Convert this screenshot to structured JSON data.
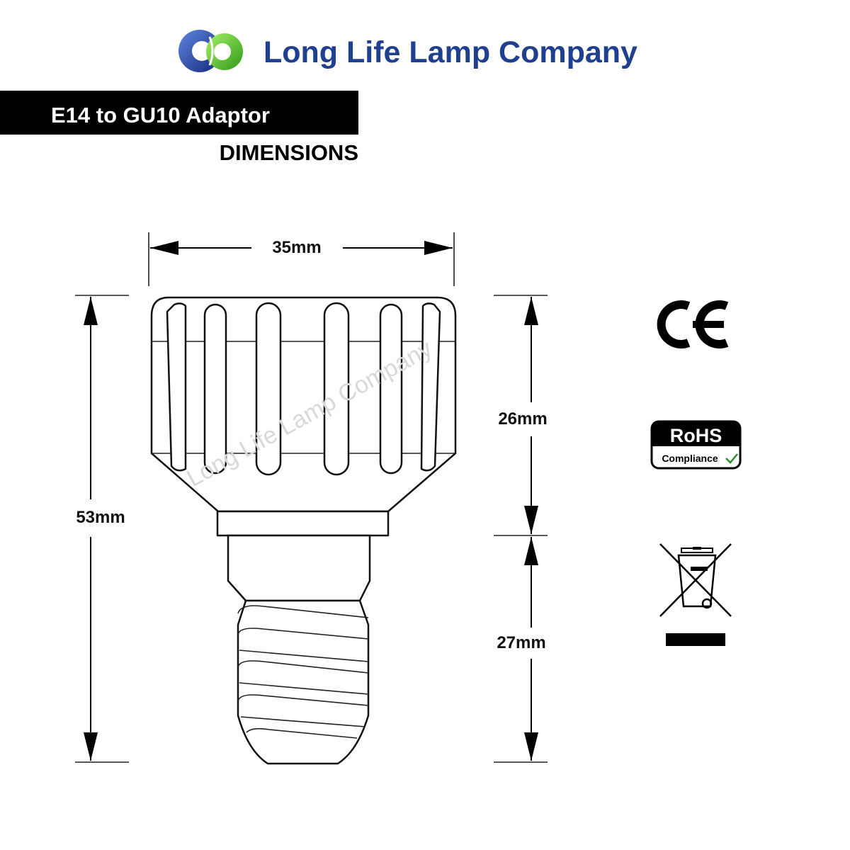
{
  "brand": {
    "name": "Long Life Lamp Company",
    "color": "#1f3f8f",
    "logo_colors": {
      "blue": "#1d3fa0",
      "green": "#5cc82c"
    }
  },
  "banner": {
    "title": "E14 to GU10 Adaptor",
    "background": "#000000"
  },
  "subtitle": "DIMENSIONS",
  "watermark": "Long Life Lamp Company",
  "dimensions": {
    "width": "35mm",
    "height_total": "53mm",
    "height_top": "26mm",
    "height_bottom": "27mm"
  },
  "badges": {
    "ce": "CE",
    "rohs_title": "RoHS",
    "rohs_sub": "Compliance"
  },
  "icons": [
    "ce-mark-icon",
    "rohs-compliance-icon",
    "weee-crossed-bin-icon",
    "check-icon"
  ]
}
